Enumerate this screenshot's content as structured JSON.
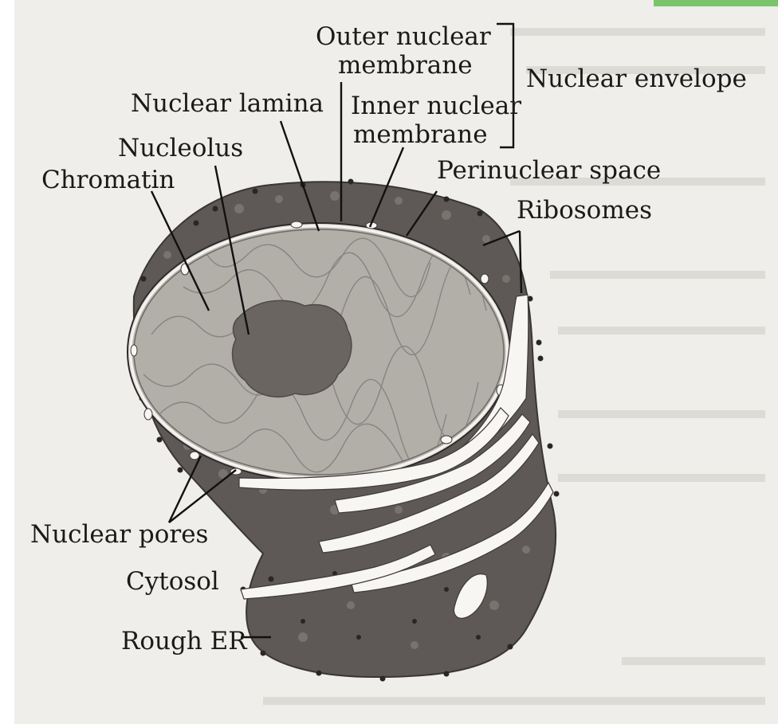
{
  "labels": {
    "outer_nuclear_membrane_1": "Outer nuclear",
    "outer_nuclear_membrane_2": "membrane",
    "nuclear_envelope": "Nuclear envelope",
    "nuclear_lamina": "Nuclear lamina",
    "inner_nuclear_membrane_1": "Inner nuclear",
    "inner_nuclear_membrane_2": "membrane",
    "nucleolus": "Nucleolus",
    "chromatin": "Chromatin",
    "perinuclear_space": "Perinuclear space",
    "ribosomes": "Ribosomes",
    "nuclear_pores": "Nuclear pores",
    "cytosol": "Cytosol",
    "rough_er": "Rough ER"
  },
  "colors": {
    "page": "#efeeea",
    "cytoplasm": "#5e5956",
    "nucleoplasm": "#b2aea8",
    "nucleolus": "#6a6561",
    "membrane": "#e4e2dd",
    "er_lumen": "#f7f6f3",
    "ribosome": "#2a2624",
    "ink": "#151515"
  }
}
